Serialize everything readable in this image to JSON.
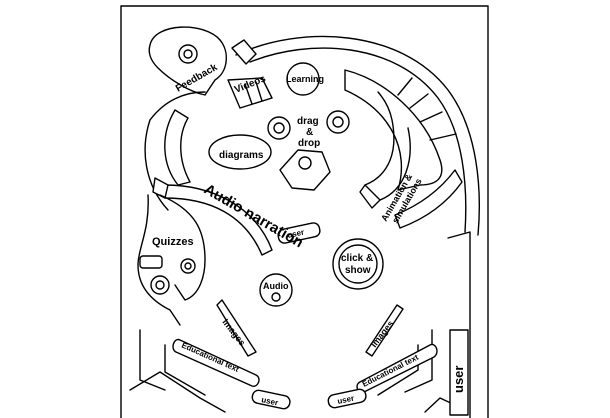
{
  "labels": {
    "feedback": "Feedback",
    "videos": "Videos",
    "learning": "Learning",
    "drag_drop_1": "drag",
    "drag_drop_2": "&",
    "drag_drop_3": "drop",
    "diagrams": "diagrams",
    "audio_narration": "Audio narration",
    "animation_1": "Animation &",
    "animation_2": "simulations",
    "quizzes": "Quizzes",
    "user_small": "user",
    "click_show_1": "click &",
    "click_show_2": "show",
    "audio": "Audio",
    "images_left": "Images",
    "images_right": "Images",
    "edu_text_left": "Educational text",
    "edu_text_right": "Educational text",
    "user_bottom_left": "user",
    "user_bottom_right": "user",
    "user_plunger": "user"
  },
  "colors": {
    "line": "#000000",
    "background": "#ffffff"
  }
}
